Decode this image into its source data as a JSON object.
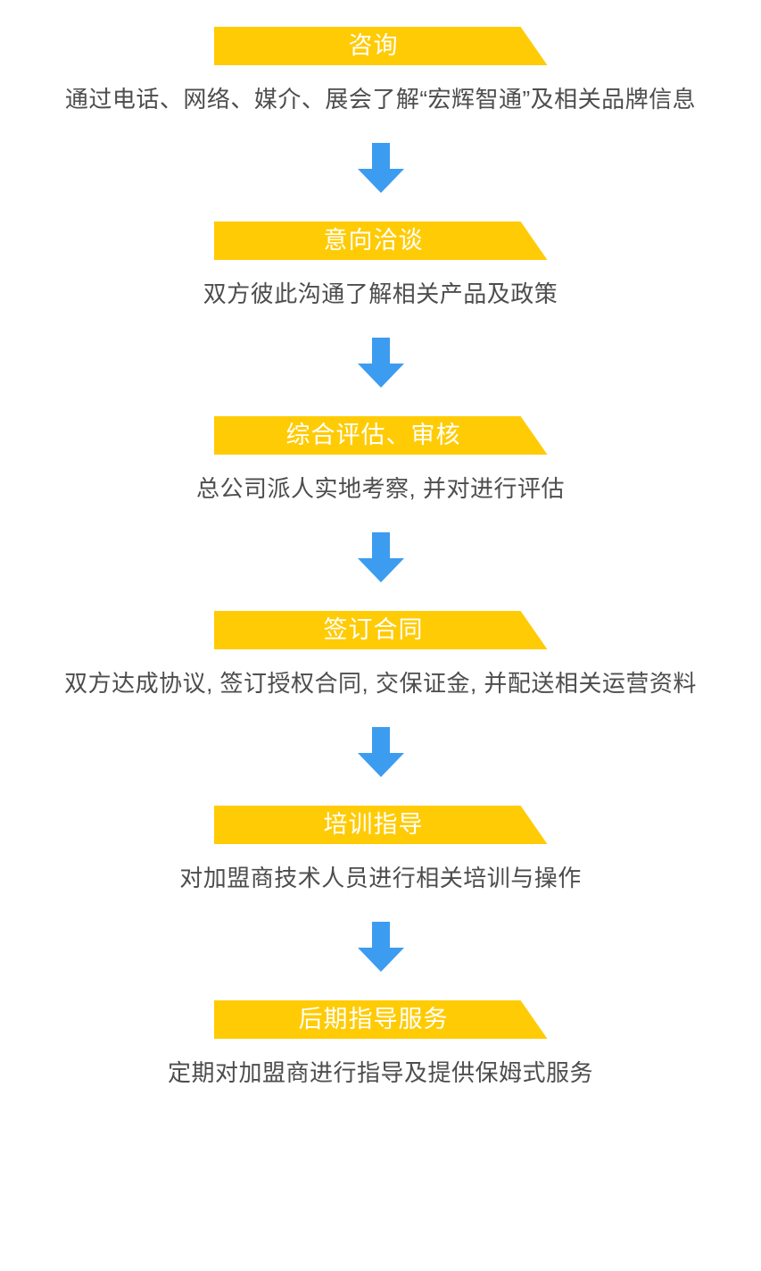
{
  "colors": {
    "banner_fill": "#FFCB05",
    "banner_text": "#FFFFFF",
    "arrow_fill": "#3C9CF0",
    "description_text": "#4D4D4D",
    "background": "#FFFFFF"
  },
  "flow": {
    "steps": [
      {
        "title": "咨询",
        "description": "通过电话、网络、媒介、展会了解“宏辉智通”及相关品牌信息",
        "has_arrow": true
      },
      {
        "title": "意向洽谈",
        "description": "双方彼此沟通了解相关产品及政策",
        "has_arrow": true
      },
      {
        "title": "综合评估、审核",
        "description": "总公司派人实地考察, 并对进行评估",
        "has_arrow": true
      },
      {
        "title": "签订合同",
        "description": "双方达成协议, 签订授权合同, 交保证金, 并配送相关运营资料",
        "has_arrow": true
      },
      {
        "title": "培训指导",
        "description": "对加盟商技术人员进行相关培训与操作",
        "has_arrow": true
      },
      {
        "title": "后期指导服务",
        "description": "定期对加盟商进行指导及提供保姆式服务",
        "has_arrow": false
      }
    ]
  }
}
